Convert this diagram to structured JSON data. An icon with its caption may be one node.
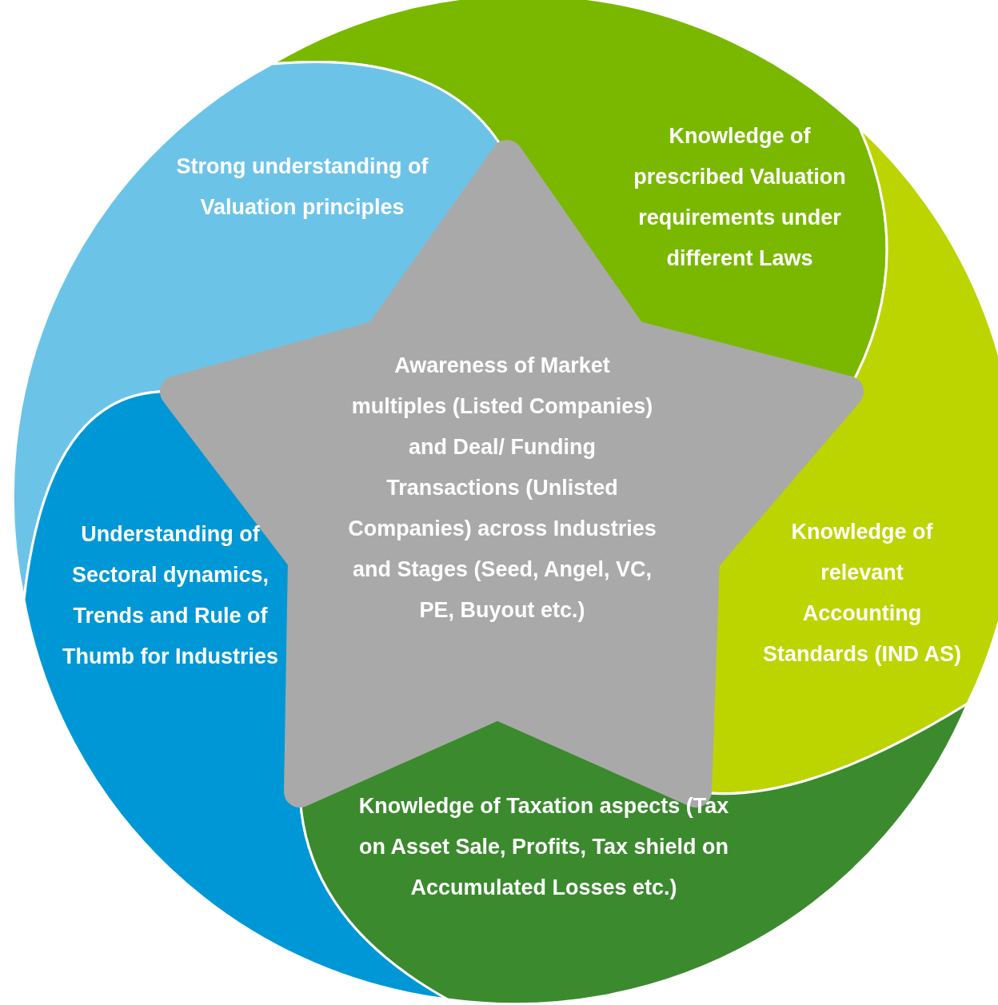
{
  "diagram": {
    "nodes": [
      {
        "text": [
          "Knowledge of prescribed Valuation requirements under different Laws"
        ]
      },
      {
        "text": [
          "Strong understanding of Valuation principles"
        ]
      },
      {
        "text": [
          "Awareness of Market multiples (Listed Companies) and Deal/ Funding Transactions (Unlisted Companies) across Industries and Stages (Seed, Angel, VC, PE, Buyout etc.)"
        ]
      },
      {
        "text": [
          "Understanding of Sectoral dynamics, Trends and Rule of Thumb for Industries"
        ]
      },
      {
        "text": [
          "Knowledge of relevant Accounting Standards (IND AS)"
        ]
      },
      {
        "text": [
          "Knowledge of Taxation aspects (Tax on Asset Sale, Profits, Tax shield on Accumulated Losses etc.)"
        ]
      }
    ]
  }
}
